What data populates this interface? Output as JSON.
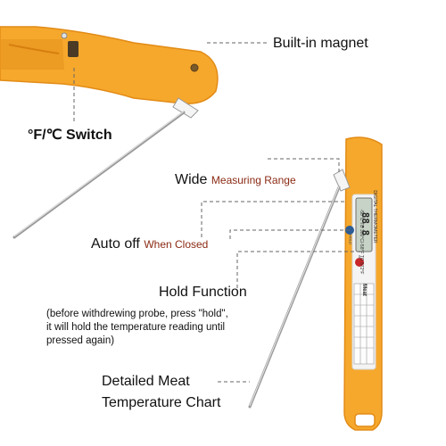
{
  "labels": {
    "magnet": "Built-in magnet",
    "switch": "°F/℃ Switch",
    "range_main": "Wide",
    "range_sub": "Measuring Range",
    "auto_main": "Auto off",
    "auto_sub": "When Closed",
    "hold_title": "Hold Function",
    "hold_note_1": "(before withdrewing probe, press \"hold\",",
    "hold_note_2": "it will hold the temperature reading until",
    "hold_note_3": "pressed again)",
    "chart_line_1": "Detailed Meat",
    "chart_line_2": "Temperature Chart"
  },
  "device": {
    "display_reading": "88.8",
    "hold_button": "HOLD",
    "brand_text": "DIGITAL THERMOMETER",
    "range_text": "-50°C TO 300°C/-58°F TO 572°F",
    "chart_header": "Meat"
  },
  "colors": {
    "body": "#f6a82c",
    "body_dark": "#e48d17",
    "probe": "#9a9a9a",
    "accent_text": "#8b2a14",
    "leader": "#555555",
    "lcd": "#c7d3c6"
  }
}
